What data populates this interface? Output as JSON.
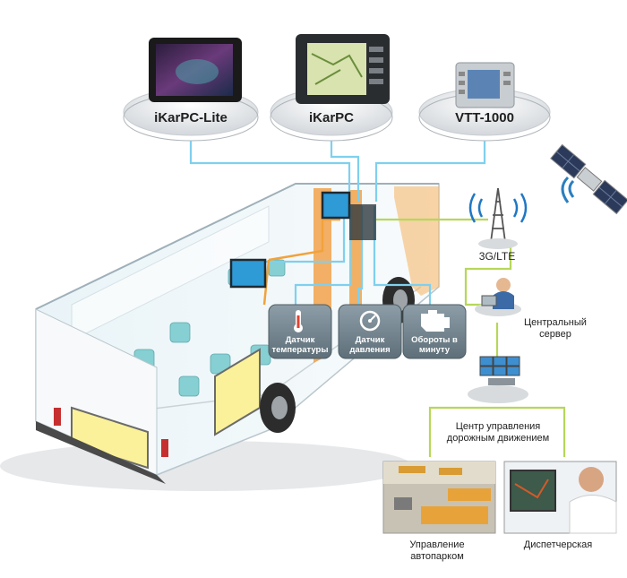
{
  "devices": [
    {
      "name": "iKarPC-Lite",
      "icon": "tablet-icon"
    },
    {
      "name": "iKarPC",
      "icon": "rugged-tablet-icon"
    },
    {
      "name": "VTT-1000",
      "icon": "vehicle-terminal-icon"
    }
  ],
  "sensors": [
    {
      "label": "Датчик температуры",
      "icon": "thermometer-icon"
    },
    {
      "label": "Датчик давления",
      "icon": "pressure-gauge-icon"
    },
    {
      "label": "Обороты в минуту",
      "icon": "engine-icon"
    }
  ],
  "network": {
    "tower_label": "3G/LTE",
    "server_label": "Центральный сервер",
    "traffic_center_label": "Центр управления дорожным движением",
    "fleet_label": "Управление автопарком",
    "dispatch_label": "Диспетчерская"
  },
  "colors": {
    "bus_link": "#7fd0ee",
    "network_link": "#b6d75a",
    "orange_link": "#f2a23a",
    "sensor_panel": "#7a8c96"
  }
}
